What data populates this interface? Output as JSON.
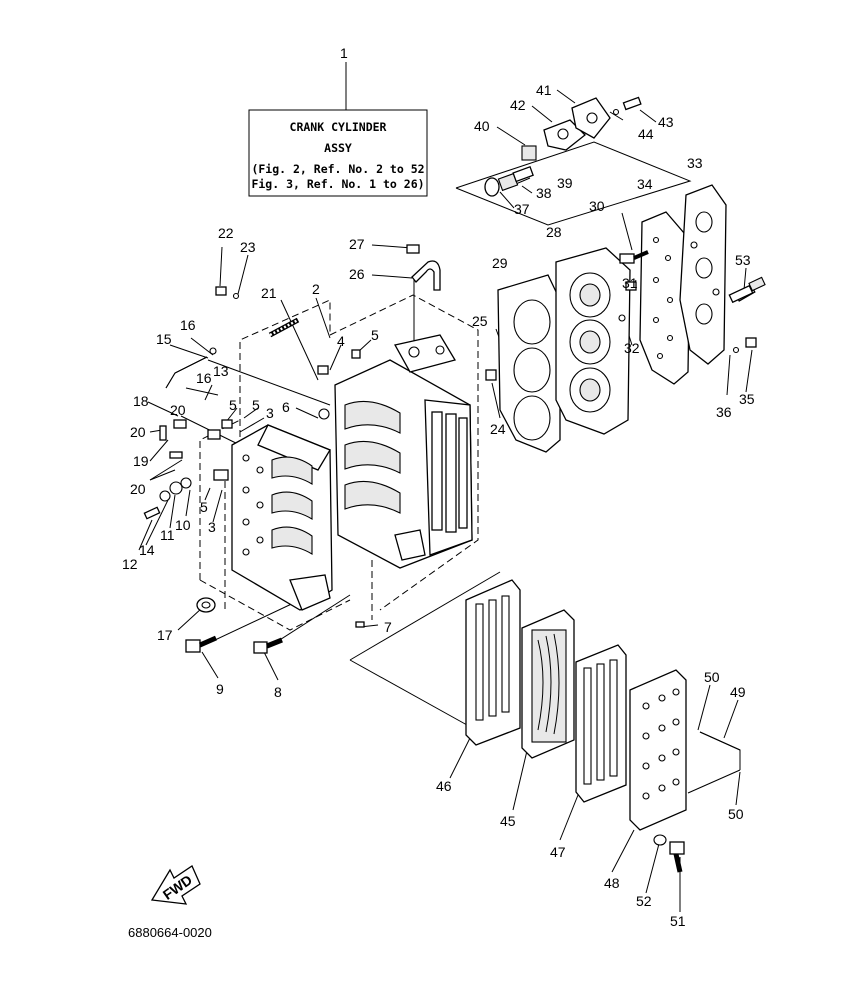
{
  "title_box": {
    "line1": "CRANK CYLINDER",
    "line2": "ASSY",
    "line3": "(Fig. 2, Ref. No. 2 to 52",
    "line4": "Fig. 3, Ref. No. 1 to 26)"
  },
  "fwd_label": "FWD",
  "drawing_code": "6880664-0020",
  "callouts": {
    "n1": "1",
    "n2": "2",
    "n3a": "3",
    "n3b": "3",
    "n4": "4",
    "n5a": "5",
    "n5b": "5",
    "n5c": "5",
    "n5d": "5",
    "n6": "6",
    "n7": "7",
    "n8": "8",
    "n9": "9",
    "n10": "10",
    "n11": "11",
    "n12": "12",
    "n13": "13",
    "n14": "14",
    "n15": "15",
    "n16a": "16",
    "n16b": "16",
    "n17": "17",
    "n18": "18",
    "n19": "19",
    "n20a": "20",
    "n20b": "20",
    "n20c": "20",
    "n21": "21",
    "n22": "22",
    "n23": "23",
    "n24": "24",
    "n25": "25",
    "n26": "26",
    "n27": "27",
    "n28": "28",
    "n29": "29",
    "n30": "30",
    "n31": "31",
    "n32": "32",
    "n33": "33",
    "n34": "34",
    "n35": "35",
    "n36": "36",
    "n37": "37",
    "n38": "38",
    "n39": "39",
    "n40": "40",
    "n41": "41",
    "n42": "42",
    "n43": "43",
    "n44": "44",
    "n45": "45",
    "n46": "46",
    "n47": "47",
    "n48": "48",
    "n49": "49",
    "n50a": "50",
    "n50b": "50",
    "n51": "51",
    "n52": "52",
    "n53": "53"
  }
}
